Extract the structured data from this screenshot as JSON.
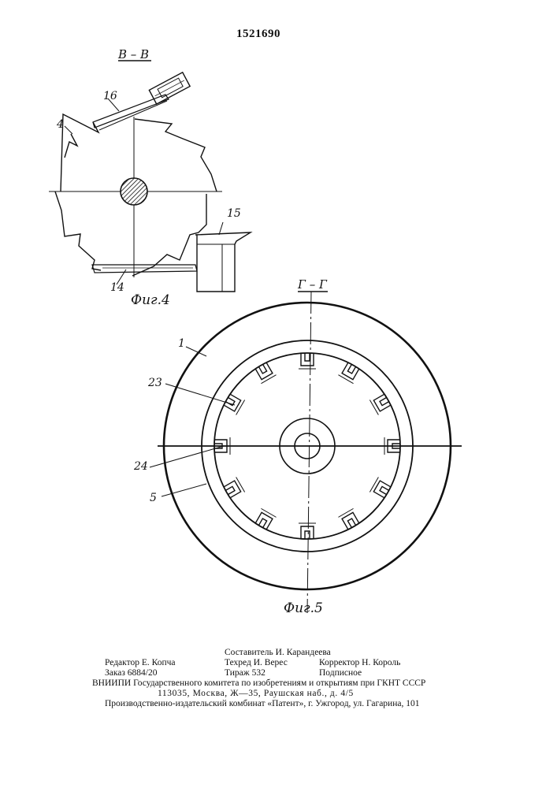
{
  "header": {
    "patent_number": "1521690"
  },
  "fig4": {
    "section_label": "В – В",
    "caption": "Фиг.4",
    "callouts": {
      "c16": "16",
      "c4": "4",
      "c15": "15",
      "c14": "14"
    }
  },
  "fig5": {
    "section_label": "Г – Г",
    "caption": "Фиг.5",
    "callouts": {
      "c1": "1",
      "c23": "23",
      "c24": "24",
      "c5": "5"
    }
  },
  "footer": {
    "editor": "Редактор Е. Копча",
    "order": "Заказ 6884/20",
    "compiler": "Составитель И. Карандеева",
    "tech_editor": "Техред И. Верес",
    "circulation": "Тираж 532",
    "corrector": "Корректор Н. Король",
    "subscription": "Подписное",
    "org_line": "ВНИИПИ Государственного комитета по изобретениям и открытиям при ГКНТ СССР",
    "address_line": "113035, Москва, Ж—35, Раушская наб., д. 4/5",
    "publisher_line": "Производственно-издательский комбинат «Патент», г. Ужгород, ул. Гагарина, 101"
  }
}
